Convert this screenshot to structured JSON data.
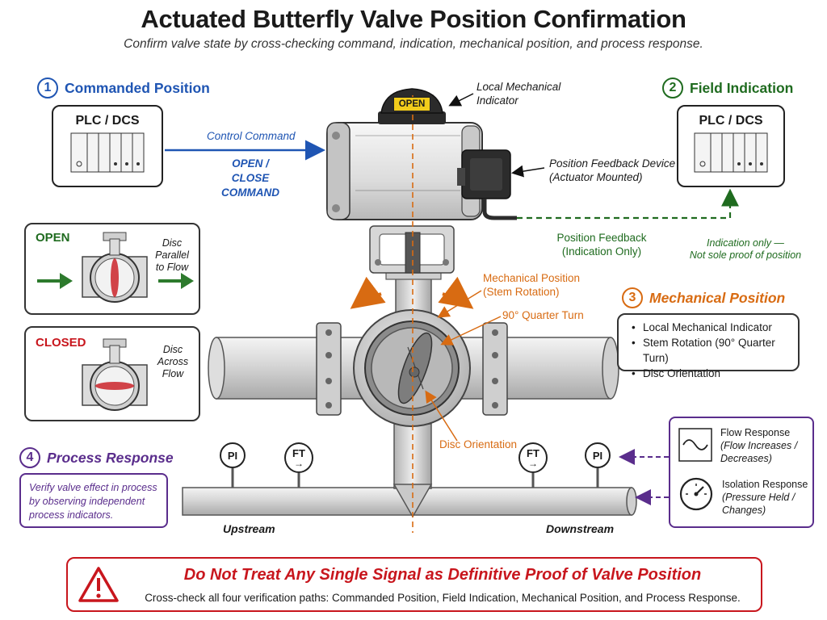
{
  "header": {
    "title": "Actuated Butterfly Valve Position Confirmation",
    "subtitle": "Confirm valve state by cross-checking command, indication, mechanical position, and process response."
  },
  "step1": {
    "number": "1",
    "title": "Commanded Position",
    "plc_label": "PLC / DCS"
  },
  "step2": {
    "number": "2",
    "title": "Field Indication",
    "plc_label": "PLC / DCS"
  },
  "step3": {
    "number": "3",
    "title": "Mechanical Position",
    "items": [
      "Local Mechanical Indicator",
      "Stem Rotation (90° Quarter Turn)",
      "Disc Orientation"
    ]
  },
  "step4": {
    "number": "4",
    "title": "Process Response",
    "description_lines": [
      "Verify valve effect in process",
      "by observing independent",
      "process indicators."
    ]
  },
  "command": {
    "label": "Control Command",
    "line1": "OPEN /",
    "line2": "CLOSE COMMAND"
  },
  "indicator": {
    "badge": "OPEN",
    "label_line1": "Local Mechanical",
    "label_line2": "Indicator"
  },
  "feedback_device": {
    "line1": "Position Feedback Device",
    "line2": "(Actuator Mounted)"
  },
  "feedback": {
    "line1": "Position Feedback",
    "line2": "(Indication Only)"
  },
  "indication_note": {
    "line1": "Indication only —",
    "line2": "Not sole proof of position"
  },
  "mech_labels": {
    "stem_line1": "Mechanical Position",
    "stem_line2": "(Stem Rotation)",
    "quarter_turn": "90° Quarter Turn",
    "disc": "Disc Orientation"
  },
  "open_card": {
    "title": "OPEN",
    "note_line1": "Disc Parallel",
    "note_line2": "to Flow"
  },
  "closed_card": {
    "title": "CLOSED",
    "note_line1": "Disc Across",
    "note_line2": "Flow"
  },
  "instruments": {
    "pi": "PI",
    "ft": "FT"
  },
  "pipe_labels": {
    "upstream": "Upstream",
    "downstream": "Downstream"
  },
  "process_panel": {
    "flow_title": "Flow Response",
    "flow_line1": "(Flow Increases /",
    "flow_line2": "Decreases)",
    "iso_title": "Isolation Response",
    "iso_line1": "(Pressure Held /",
    "iso_line2": "Changes)"
  },
  "warning": {
    "icon": "warning-triangle-icon",
    "title": "Do Not Treat Any Single Signal as Definitive Proof of Valve Position",
    "body": "Cross-check all four verification paths: Commanded Position, Field Indication, Mechanical Position, and Process Response."
  },
  "colors": {
    "blue": "#1f55b3",
    "green": "#1f6b1f",
    "orange": "#d86b12",
    "purple": "#5a2d8c",
    "red": "#c8161d",
    "indicator_yellow": "#f2cc1b"
  }
}
